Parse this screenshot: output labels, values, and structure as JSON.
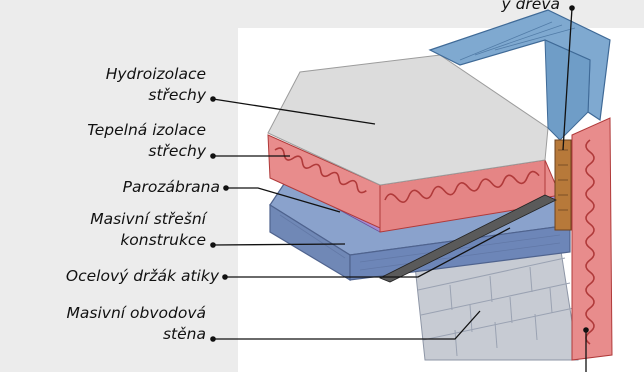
{
  "labels": {
    "top_partial": "y dřeva",
    "roof_waterproofing": [
      "Hydroizolace",
      "střechy"
    ],
    "roof_insulation": [
      "Tepelná izolace",
      "střechy"
    ],
    "vapor_barrier": [
      "Parozábrana"
    ],
    "roof_structure": [
      "Masivní střešní",
      "konstrukce"
    ],
    "parapet_bracket": [
      "Ocelový držák atiky"
    ],
    "outer_wall": [
      "Masivní obvodová",
      "stěna"
    ]
  },
  "colors": {
    "background": "#ececec",
    "panel": "#ffffff",
    "insulation": "#e88c8c",
    "insulation_wave": "#b03a3a",
    "roof_metal": "#6f9dc7",
    "membrane": "#cfcfcf",
    "vapor_barrier": "#a78bd0",
    "concrete": "#7f98c4",
    "brick": "#c7cbd3",
    "wood": "#b7793a",
    "leader": "#111111"
  }
}
